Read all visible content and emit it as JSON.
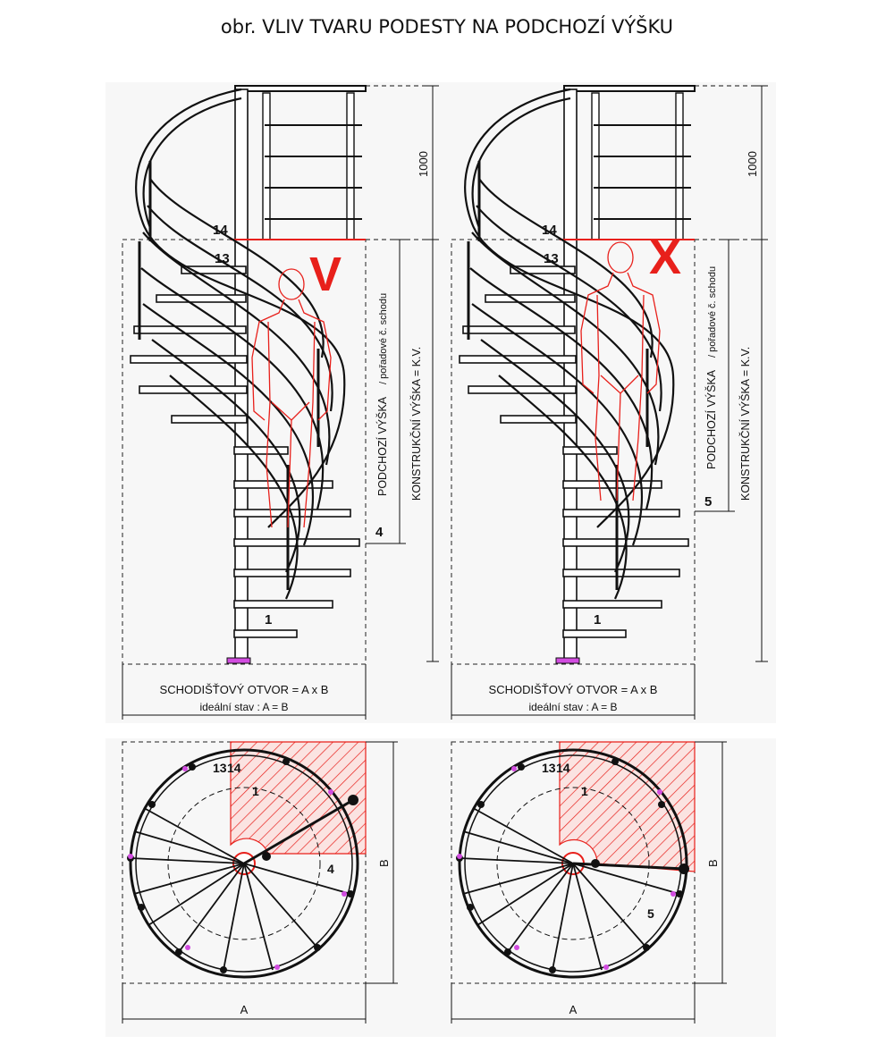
{
  "title": "obr. VLIV TVARU PODESTY NA PODCHOZÍ VÝŠKU",
  "diagrams": [
    {
      "mark": "V",
      "mark_color": "#e8201b",
      "step_top_upper": "14",
      "step_top_lower": "13",
      "step_headroom": "4",
      "step_first": "1",
      "dim_rail": "1000",
      "label_headroom": "PODCHOZÍ VÝŠKA",
      "label_headroom_note": "/ pořadové č. schodu",
      "label_construction": "KONSTRUKČNÍ VÝŠKA = K.V.",
      "opening_label": "SCHODIŠŤOVÝ OTVOR = A x B",
      "ideal_label": "ideální stav : A = B",
      "plan_step_13": "13",
      "plan_step_14": "14",
      "plan_step_1": "1",
      "plan_step_marked": "4",
      "dim_a": "A",
      "dim_b": "B"
    },
    {
      "mark": "X",
      "mark_color": "#e8201b",
      "step_top_upper": "14",
      "step_top_lower": "13",
      "step_headroom": "5",
      "step_first": "1",
      "dim_rail": "1000",
      "label_headroom": "PODCHOZÍ VÝŠKA",
      "label_headroom_note": "/ pořadové č. schodu",
      "label_construction": "KONSTRUKČNÍ VÝŠKA = K.V.",
      "opening_label": "SCHODIŠŤOVÝ OTVOR = A x B",
      "ideal_label": "ideální stav : A = B",
      "plan_step_13": "13",
      "plan_step_14": "14",
      "plan_step_1": "1",
      "plan_step_marked": "5",
      "dim_a": "A",
      "dim_b": "B"
    }
  ]
}
